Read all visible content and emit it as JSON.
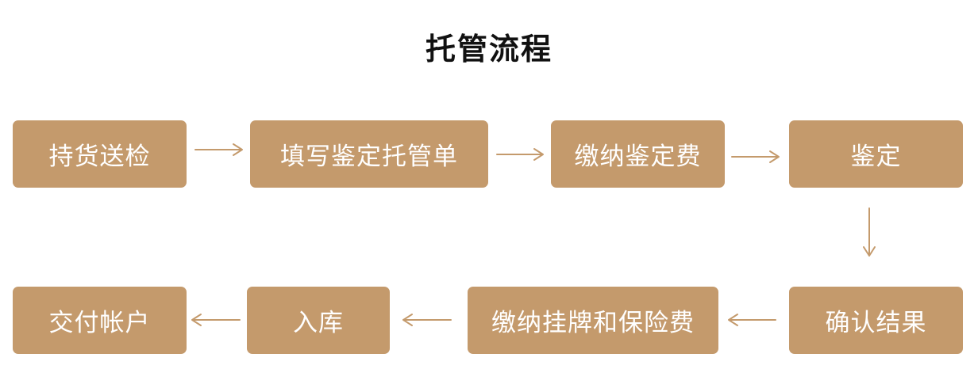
{
  "title": "托管流程",
  "colors": {
    "step_fill": "#c49a6c",
    "step_text": "#ffffff",
    "arrow": "#c49a6c",
    "title": "#111111"
  },
  "steps": [
    {
      "label": "持货送检"
    },
    {
      "label": "填写鉴定托管单"
    },
    {
      "label": "缴纳鉴定费"
    },
    {
      "label": "鉴定"
    },
    {
      "label": "确认结果"
    },
    {
      "label": "缴纳挂牌和保险费"
    },
    {
      "label": "入库"
    },
    {
      "label": "交付帐户"
    }
  ]
}
